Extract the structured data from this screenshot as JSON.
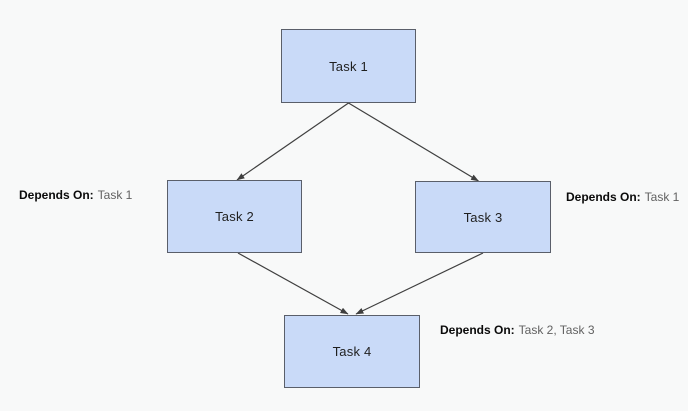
{
  "diagram": {
    "type": "dependency-graph",
    "nodes": {
      "task1": {
        "label": "Task 1"
      },
      "task2": {
        "label": "Task 2"
      },
      "task3": {
        "label": "Task 3"
      },
      "task4": {
        "label": "Task 4"
      }
    },
    "annotations": {
      "task2": {
        "prefix": "Depends On:",
        "value": "Task 1"
      },
      "task3": {
        "prefix": "Depends On:",
        "value": "Task 1"
      },
      "task4": {
        "prefix": "Depends On:",
        "value": "Task 2, Task 3"
      }
    },
    "edges": [
      {
        "from": "task1",
        "to": "task2"
      },
      {
        "from": "task1",
        "to": "task3"
      },
      {
        "from": "task2",
        "to": "task4"
      },
      {
        "from": "task3",
        "to": "task4"
      }
    ],
    "colors": {
      "background": "#f8f9f9",
      "node_fill": "#c9daf8",
      "node_border": "#5a5f6a",
      "node_text": "#1f1f1f",
      "arrow": "#3f3f3f",
      "annotation_prefix": "#0a0a0a",
      "annotation_value": "#616161"
    }
  }
}
